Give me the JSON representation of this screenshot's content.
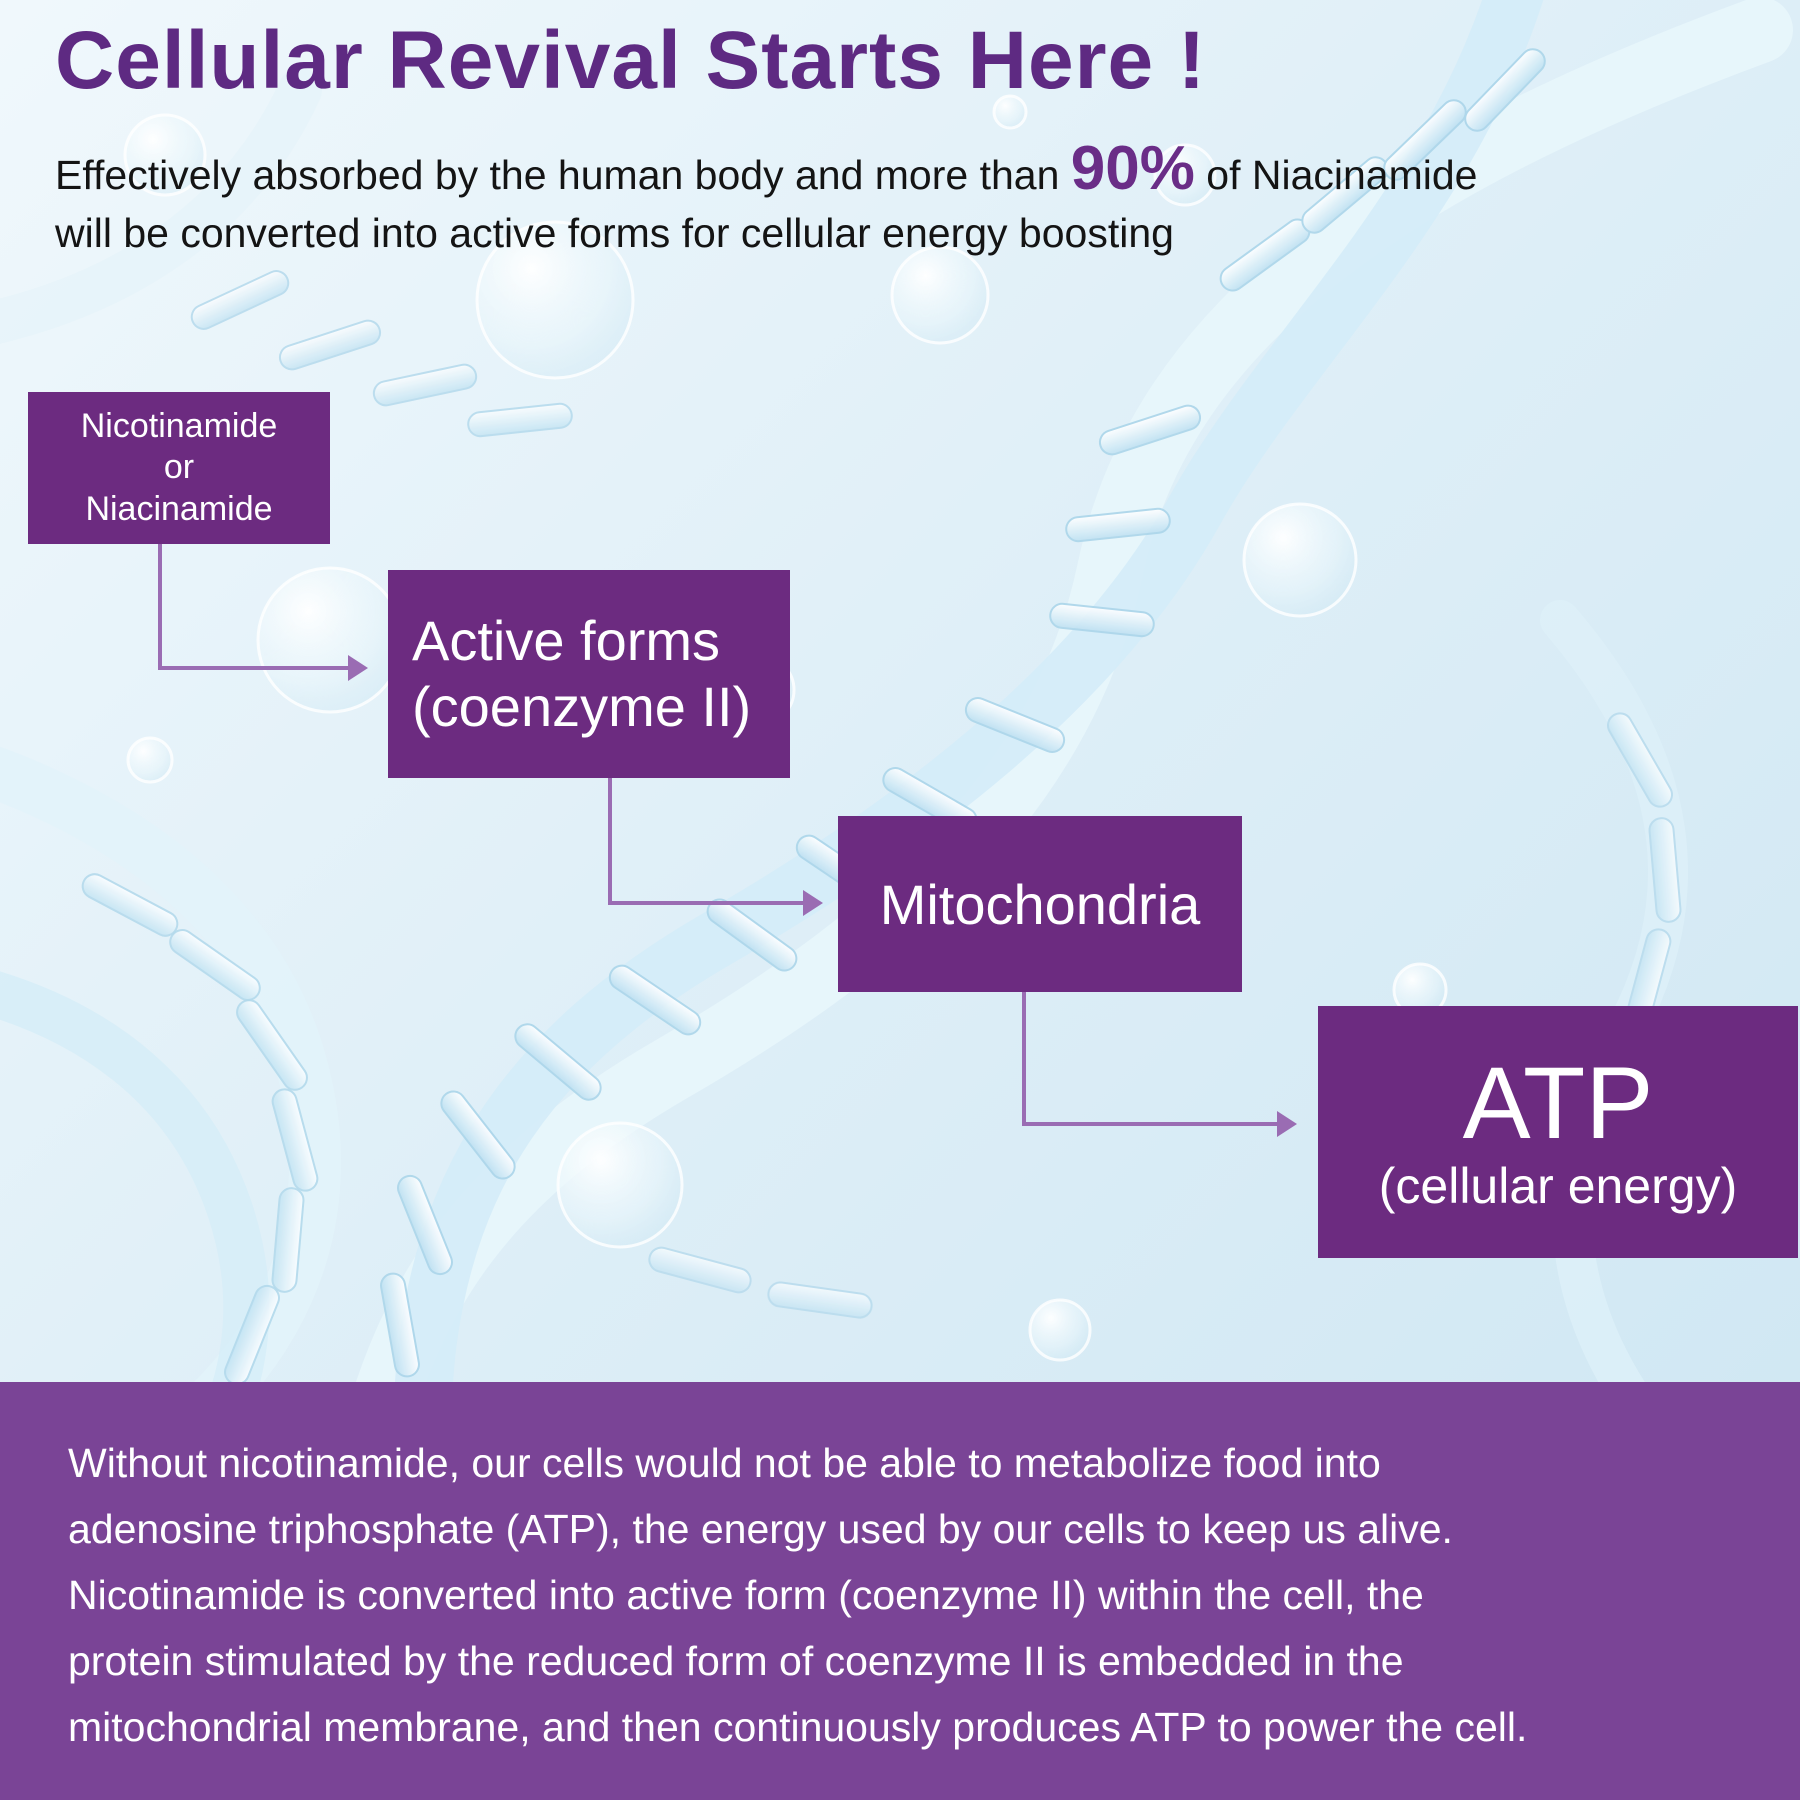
{
  "header": {
    "title": "Cellular Revival Starts Here !",
    "subtitle_prefix": "Effectively absorbed by the human body and more than ",
    "subtitle_highlight": "90%",
    "subtitle_mid": " of Niacinamide",
    "subtitle_line2": "will be converted into active forms for cellular energy boosting"
  },
  "flow": {
    "boxes": [
      {
        "id": "source",
        "lines": [
          "Nicotinamide",
          "or",
          "Niacinamide"
        ]
      },
      {
        "id": "active-forms",
        "lines": [
          "Active forms",
          "(coenzyme II)"
        ]
      },
      {
        "id": "mitochondria",
        "lines": [
          "Mitochondria"
        ]
      },
      {
        "id": "atp",
        "lines": [
          "ATP",
          "(cellular energy)"
        ]
      }
    ]
  },
  "footer": {
    "lines": [
      "Without nicotinamide, our cells would not be able to metabolize food into",
      "adenosine triphosphate (ATP), the energy used by our cells to keep us alive.",
      "Nicotinamide is converted into active form (coenzyme II) within the cell,  the",
      "protein stimulated by the reduced form of coenzyme II is embedded in the",
      "mitochondrial membrane, and then continuously produces ATP to power the cell."
    ]
  },
  "colors": {
    "title_purple": "#5e2a82",
    "highlight_purple": "#6a2d87",
    "box_purple": "#6c2b80",
    "footer_purple": "#7a4496",
    "arrow_purple": "#9a6cb3",
    "background_blue": "#ddeef6"
  }
}
